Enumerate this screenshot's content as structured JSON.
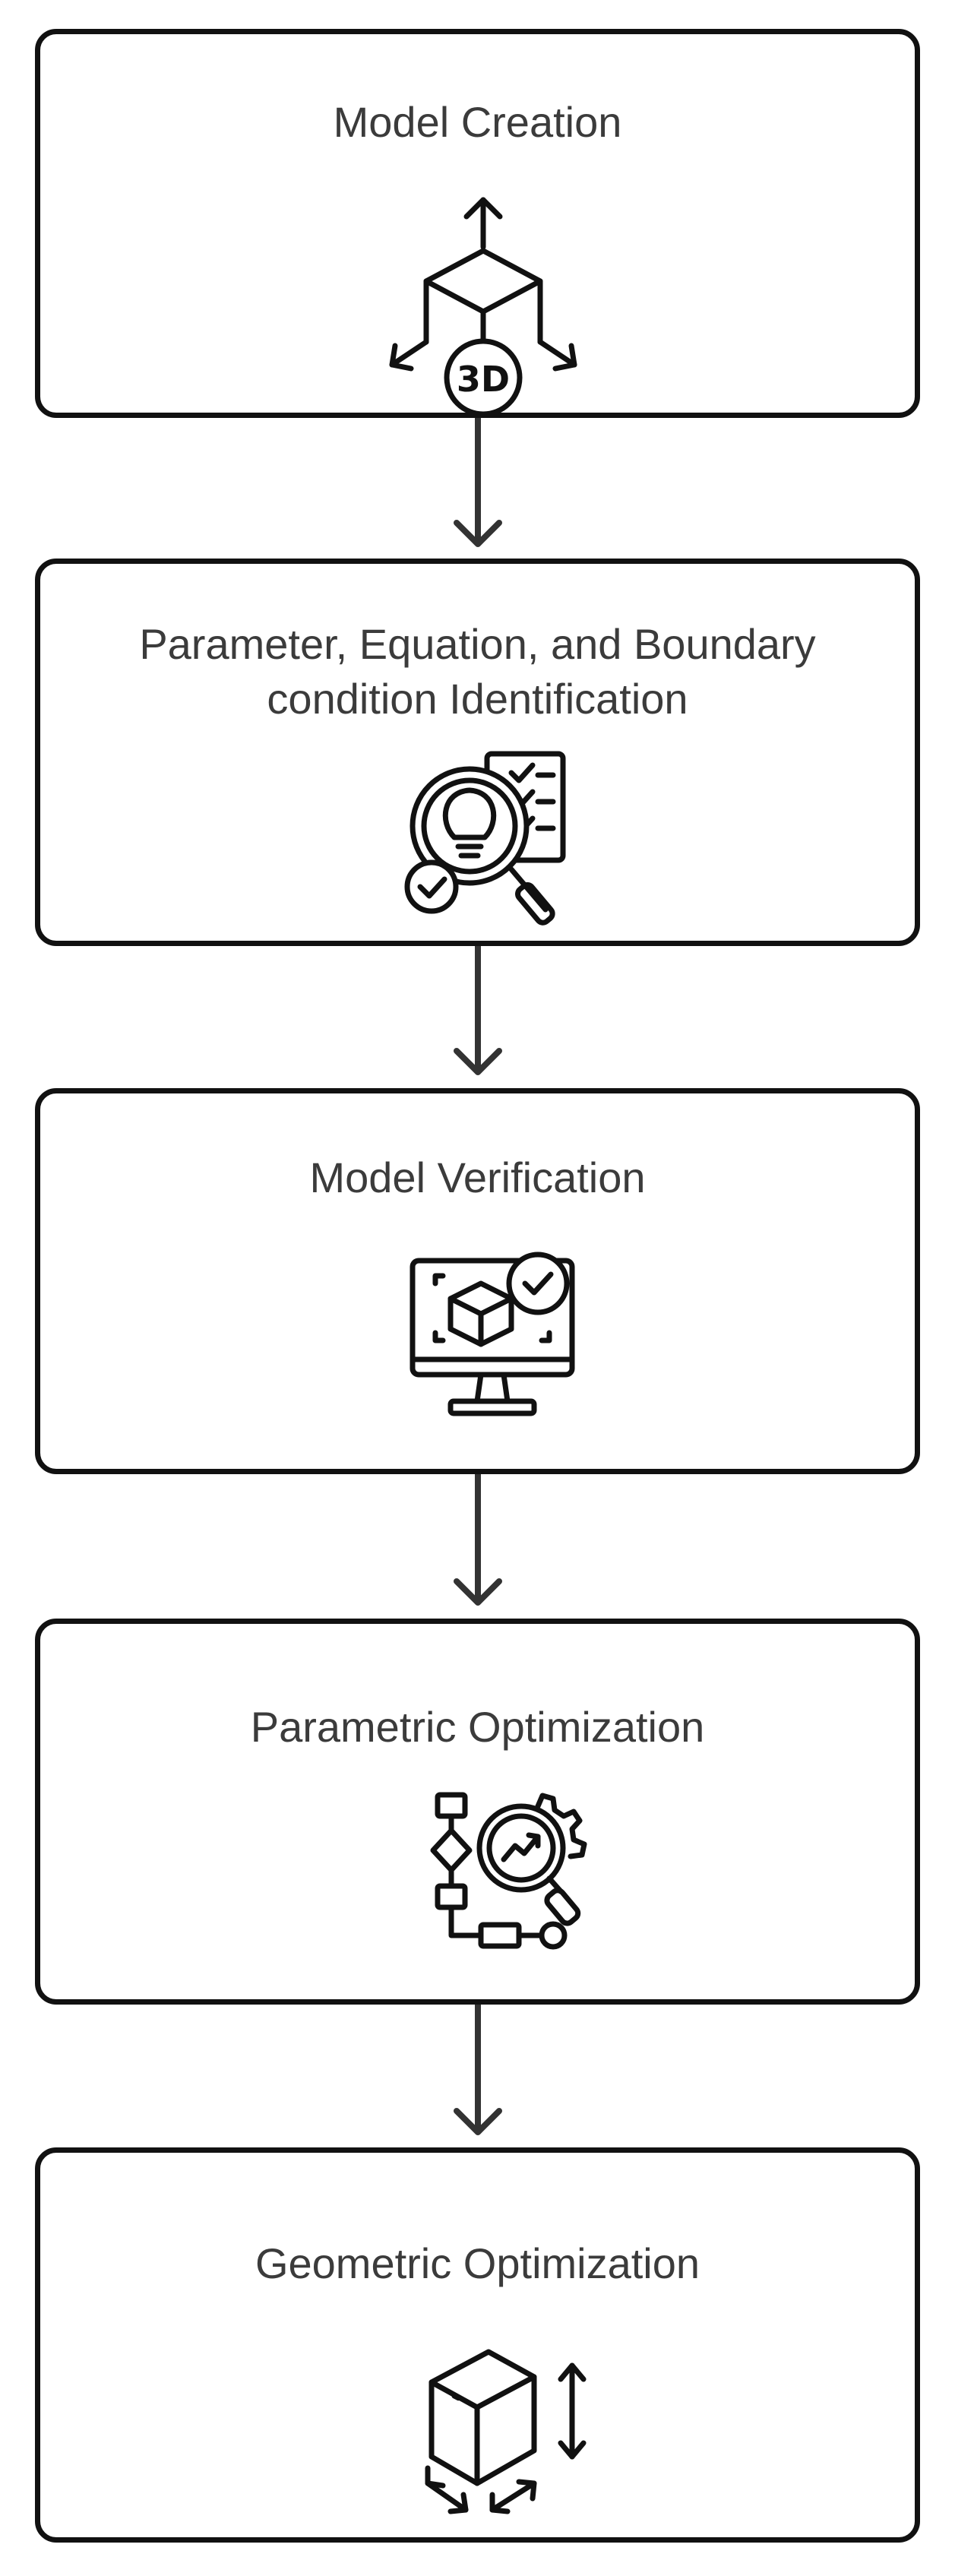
{
  "diagram": {
    "steps": [
      {
        "title": "Model Creation",
        "icon": "3d-cube-axes-icon"
      },
      {
        "title_line1": "Parameter, Equation, and Boundary",
        "title_line2": "condition Identification",
        "icon": "lightbulb-checklist-magnifier-icon"
      },
      {
        "title": "Model Verification",
        "icon": "monitor-cube-check-icon"
      },
      {
        "title": "Parametric Optimization",
        "icon": "flowchart-gear-magnifier-icon"
      },
      {
        "title": "Geometric Optimization",
        "icon": "cube-dimensions-icon"
      }
    ],
    "colors": {
      "border": "#111111",
      "arrow": "#333333",
      "text": "#3b3b3b"
    }
  }
}
